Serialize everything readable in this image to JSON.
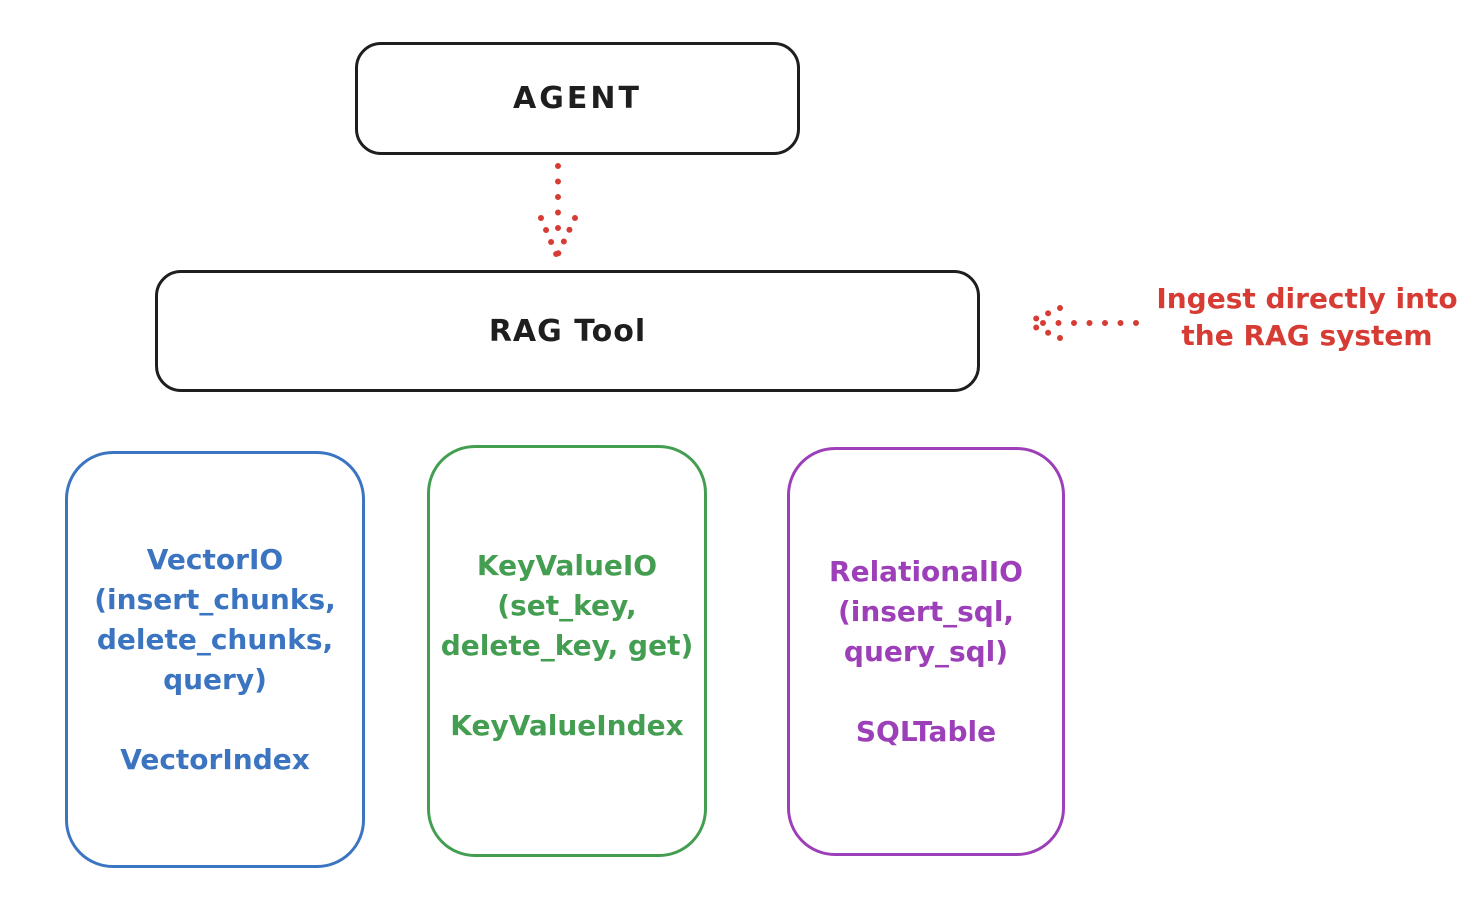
{
  "diagram": {
    "agent": {
      "label": "AGENT"
    },
    "rag_tool": {
      "label": "RAG Tool"
    },
    "annotation": {
      "line1": "Ingest directly into",
      "line2": "the RAG system"
    },
    "io_boxes": [
      {
        "name": "vector-io",
        "lines": [
          "VectorIO",
          "(insert_chunks,",
          "delete_chunks,",
          "query)"
        ],
        "index_label": "VectorIndex"
      },
      {
        "name": "keyvalue-io",
        "lines": [
          "KeyValueIO",
          "(set_key,",
          "delete_key, get)"
        ],
        "index_label": "KeyValueIndex"
      },
      {
        "name": "relational-io",
        "lines": [
          "RelationalIO",
          "(insert_sql,",
          "query_sql)"
        ],
        "index_label": "SQLTable"
      }
    ],
    "colors": {
      "background": "#ffffff",
      "stroke": "#1e1e1e",
      "red": "#d63c34",
      "blue": "#3b74c0",
      "green": "#449e52",
      "purple": "#9c3fb8"
    }
  }
}
